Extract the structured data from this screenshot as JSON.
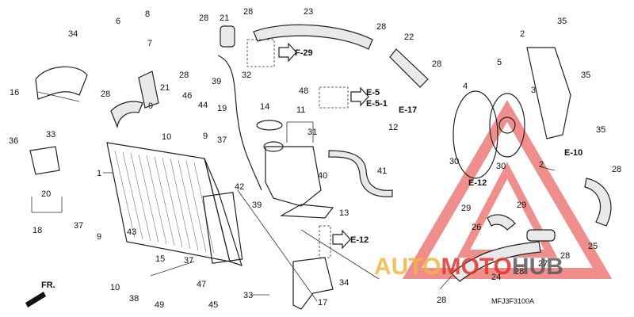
{
  "diagram": {
    "part_numbers": [
      "1",
      "2",
      "3",
      "4",
      "5",
      "6",
      "7",
      "8",
      "9",
      "10",
      "11",
      "12",
      "13",
      "14",
      "15",
      "16",
      "17",
      "18",
      "19",
      "20",
      "21",
      "22",
      "23",
      "24",
      "25",
      "26",
      "27",
      "28",
      "29",
      "30",
      "31",
      "32",
      "33",
      "34",
      "35",
      "36",
      "37",
      "38",
      "39",
      "40",
      "41",
      "42",
      "43",
      "44",
      "45",
      "46",
      "47",
      "48",
      "49"
    ],
    "refs": {
      "f29": "F-29",
      "e5": "E-5",
      "e51": "E-5-1",
      "e17": "E-17",
      "e10": "E-10",
      "e12_left": "E-12",
      "e12_right": "E-12"
    },
    "catalog_code": "MFJ3F3100A",
    "front_label": "FR.",
    "watermark": {
      "part1": "AUTO",
      "part2": "MOTO",
      "part3": "HUB"
    },
    "colors": {
      "line": "#222222",
      "watermark_orange": "#f2b642",
      "watermark_red": "#e2332b",
      "watermark_gray": "#5a5a5a"
    }
  }
}
